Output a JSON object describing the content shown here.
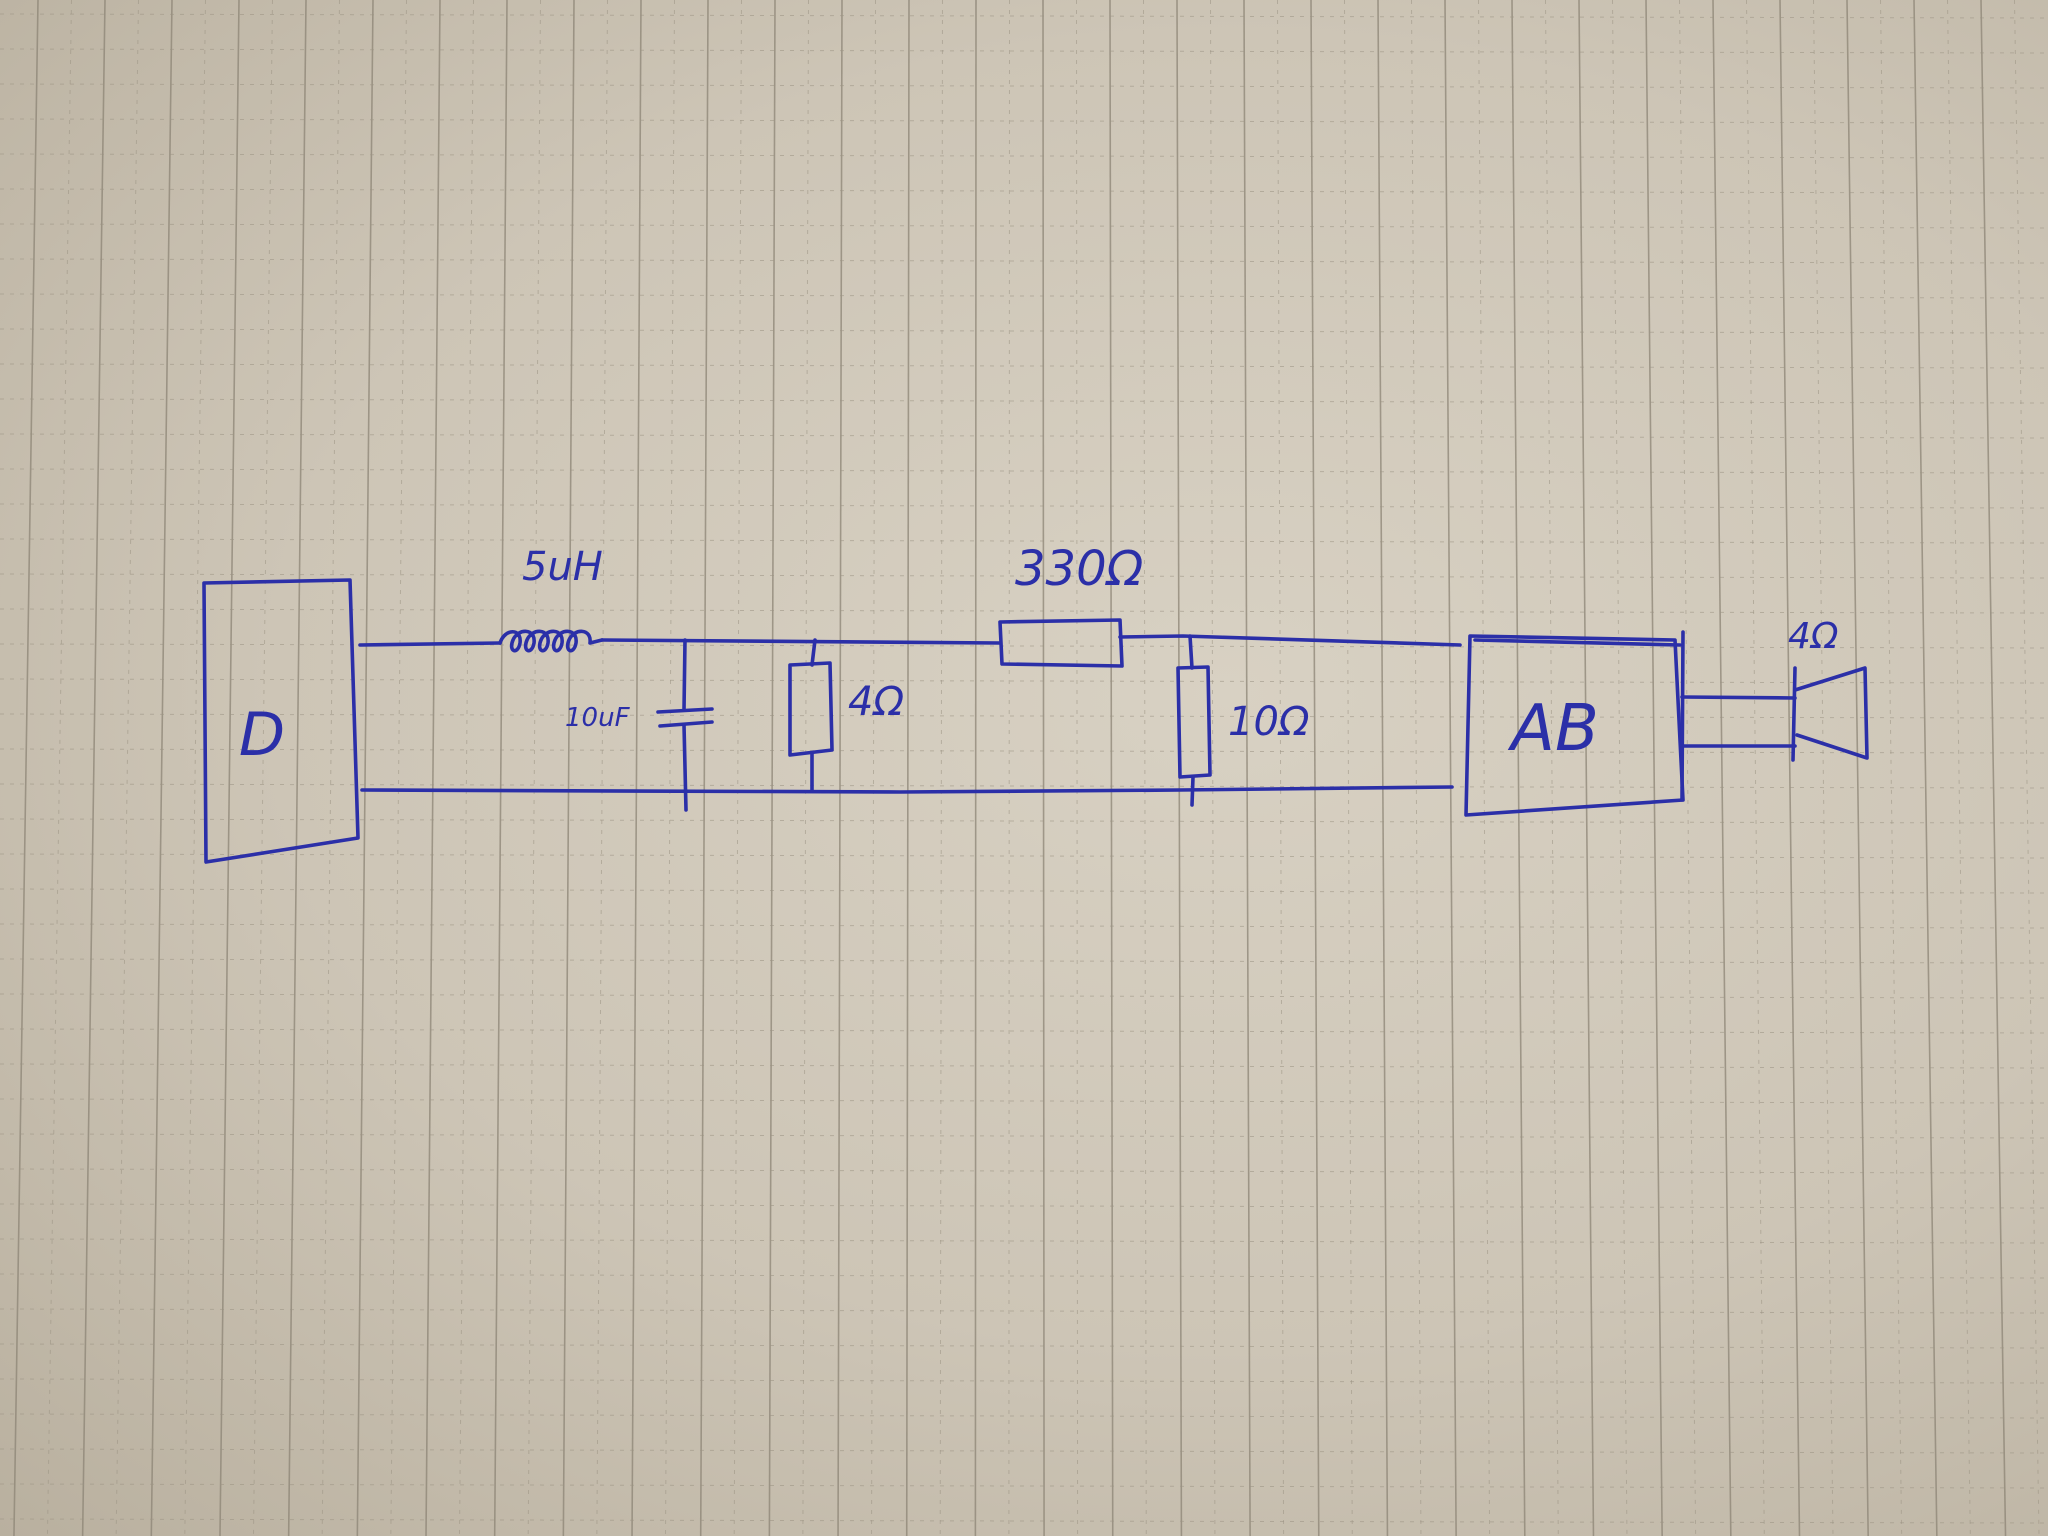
{
  "schematic": {
    "blocks": {
      "class_d": "D",
      "class_ab": "AB"
    },
    "labels": {
      "inductor": "5uH",
      "capacitor": "10uF",
      "shunt_resistor": "4Ω",
      "series_resistor": "330Ω",
      "divider_resistor": "10Ω",
      "speaker": "4Ω"
    },
    "ink_color": "#2b2fa8"
  }
}
